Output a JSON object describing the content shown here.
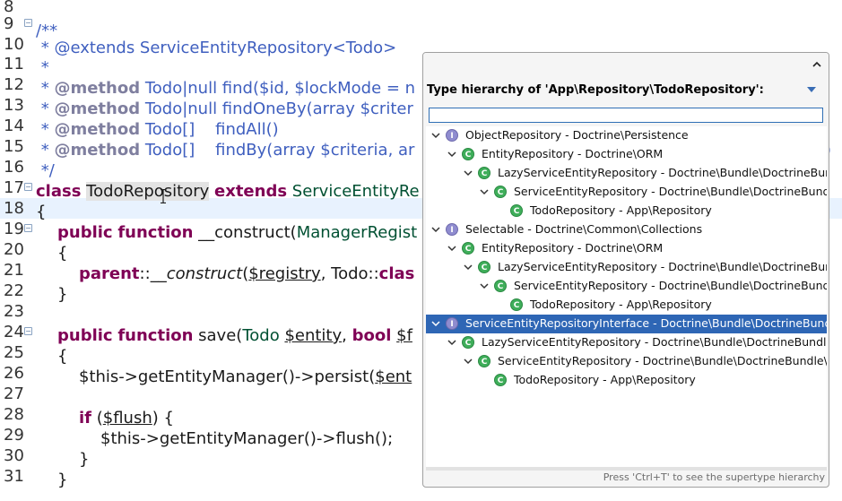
{
  "editor": {
    "lines": [
      {
        "n": "8",
        "fold": false,
        "current": false
      },
      {
        "n": "9",
        "fold": true,
        "current": false
      },
      {
        "n": "10",
        "fold": false,
        "current": false
      },
      {
        "n": "11",
        "fold": false,
        "current": false
      },
      {
        "n": "12",
        "fold": false,
        "current": false
      },
      {
        "n": "13",
        "fold": false,
        "current": false
      },
      {
        "n": "14",
        "fold": false,
        "current": false
      },
      {
        "n": "15",
        "fold": false,
        "current": false
      },
      {
        "n": "16",
        "fold": false,
        "current": false
      },
      {
        "n": "17",
        "fold": true,
        "current": false
      },
      {
        "n": "18",
        "fold": false,
        "current": true
      },
      {
        "n": "19",
        "fold": true,
        "current": false
      },
      {
        "n": "20",
        "fold": false,
        "current": false
      },
      {
        "n": "21",
        "fold": false,
        "current": false
      },
      {
        "n": "22",
        "fold": false,
        "current": false
      },
      {
        "n": "23",
        "fold": false,
        "current": false
      },
      {
        "n": "24",
        "fold": true,
        "current": false
      },
      {
        "n": "25",
        "fold": false,
        "current": false
      },
      {
        "n": "26",
        "fold": false,
        "current": false
      },
      {
        "n": "27",
        "fold": false,
        "current": false
      },
      {
        "n": "28",
        "fold": false,
        "current": false
      },
      {
        "n": "29",
        "fold": false,
        "current": false
      },
      {
        "n": "30",
        "fold": false,
        "current": false
      },
      {
        "n": "31",
        "fold": false,
        "current": false
      }
    ],
    "code": {
      "l9": "/**",
      "l10a": " * @extends ",
      "l10b": "ServiceEntityRepository<Todo>",
      "l11": " *",
      "l12a": " * ",
      "l12tag": "@method",
      "l12b": " Todo|null find($id, $lockMode = n",
      "l13a": " * ",
      "l13tag": "@method",
      "l13b": " Todo|null findOneBy(array $criter",
      "l14a": " * ",
      "l14tag": "@method",
      "l14b": " Todo[]    findAll()",
      "l15a": " * ",
      "l15tag": "@method",
      "l15b": " Todo[]    findBy(array $criteria, ar",
      "l15tail": ")",
      "l16": " */",
      "l17kw": "class",
      "l17name": "TodoRepository",
      "l17kw2": "extends",
      "l17cls": "ServiceEntityRe",
      "l18": "{",
      "l19kw1": "public",
      "l19kw2": "function",
      "l19name": " __construct(",
      "l19cls": "ManagerRegist",
      "l20": "{",
      "l21kw": "parent",
      "l21op": "::",
      "l21fn": "__construct",
      "l21p": "(",
      "l21var": "$registry",
      "l21sep": ", Todo::",
      "l21cls": "clas",
      "l22": "}",
      "l24kw1": "public",
      "l24kw2": "function",
      "l24name": " save(",
      "l24cls": "Todo",
      "l24var": "$entity",
      "l24sep": ", ",
      "l24kw3": "bool",
      "l24var2": "$f",
      "l25": "{",
      "l26a": "$this->getEntityManager()->persist(",
      "l26var": "$ent",
      "l28kw": "if",
      "l28a": " (",
      "l28var": "$flush",
      "l28b": ") {",
      "l29": "$this->getEntityManager()->flush();",
      "l30": "}",
      "l31": "}"
    }
  },
  "hierarchy_popup": {
    "title": "Type hierarchy of 'App\\Repository\\TodoRepository':",
    "filter_value": "",
    "status": "Press 'Ctrl+T' to see the supertype hierarchy",
    "rows": [
      {
        "depth": 0,
        "kind": "I",
        "label": "ObjectRepository - Doctrine\\Persistence",
        "selected": false
      },
      {
        "depth": 1,
        "kind": "C",
        "label": "EntityRepository - Doctrine\\ORM",
        "selected": false
      },
      {
        "depth": 2,
        "kind": "C",
        "label": "LazyServiceEntityRepository - Doctrine\\Bundle\\DoctrineBundle",
        "selected": false
      },
      {
        "depth": 3,
        "kind": "C",
        "label": "ServiceEntityRepository - Doctrine\\Bundle\\DoctrineBundle",
        "selected": false
      },
      {
        "depth": 4,
        "kind": "C",
        "label": "TodoRepository - App\\Repository",
        "selected": false
      },
      {
        "depth": 0,
        "kind": "I",
        "label": "Selectable - Doctrine\\Common\\Collections",
        "selected": false
      },
      {
        "depth": 1,
        "kind": "C",
        "label": "EntityRepository - Doctrine\\ORM",
        "selected": false
      },
      {
        "depth": 2,
        "kind": "C",
        "label": "LazyServiceEntityRepository - Doctrine\\Bundle\\DoctrineBund",
        "selected": false
      },
      {
        "depth": 3,
        "kind": "C",
        "label": "ServiceEntityRepository - Doctrine\\Bundle\\DoctrineBundle",
        "selected": false
      },
      {
        "depth": 4,
        "kind": "C",
        "label": "TodoRepository - App\\Repository",
        "selected": false
      },
      {
        "depth": 0,
        "kind": "I",
        "label": "ServiceEntityRepositoryInterface - Doctrine\\Bundle\\DoctrineBundle",
        "selected": true
      },
      {
        "depth": 1,
        "kind": "C",
        "label": "LazyServiceEntityRepository - Doctrine\\Bundle\\DoctrineBundle\\I",
        "selected": false
      },
      {
        "depth": 2,
        "kind": "C",
        "label": "ServiceEntityRepository - Doctrine\\Bundle\\DoctrineBundle\\Re",
        "selected": false
      },
      {
        "depth": 3,
        "kind": "C",
        "label": "TodoRepository - App\\Repository",
        "selected": false
      }
    ]
  },
  "icons": {
    "interface": "interface-icon",
    "class": "class-icon",
    "expanded": "chevron-down-icon",
    "leaf": "none",
    "popup_menu": "view-menu-icon",
    "popup_collapse": "chevron-up-icon"
  },
  "colors": {
    "keyword": "#7f0055",
    "comment": "#3f5fbf",
    "selection": "#2e66b5",
    "current_line": "#e8f2fe"
  }
}
